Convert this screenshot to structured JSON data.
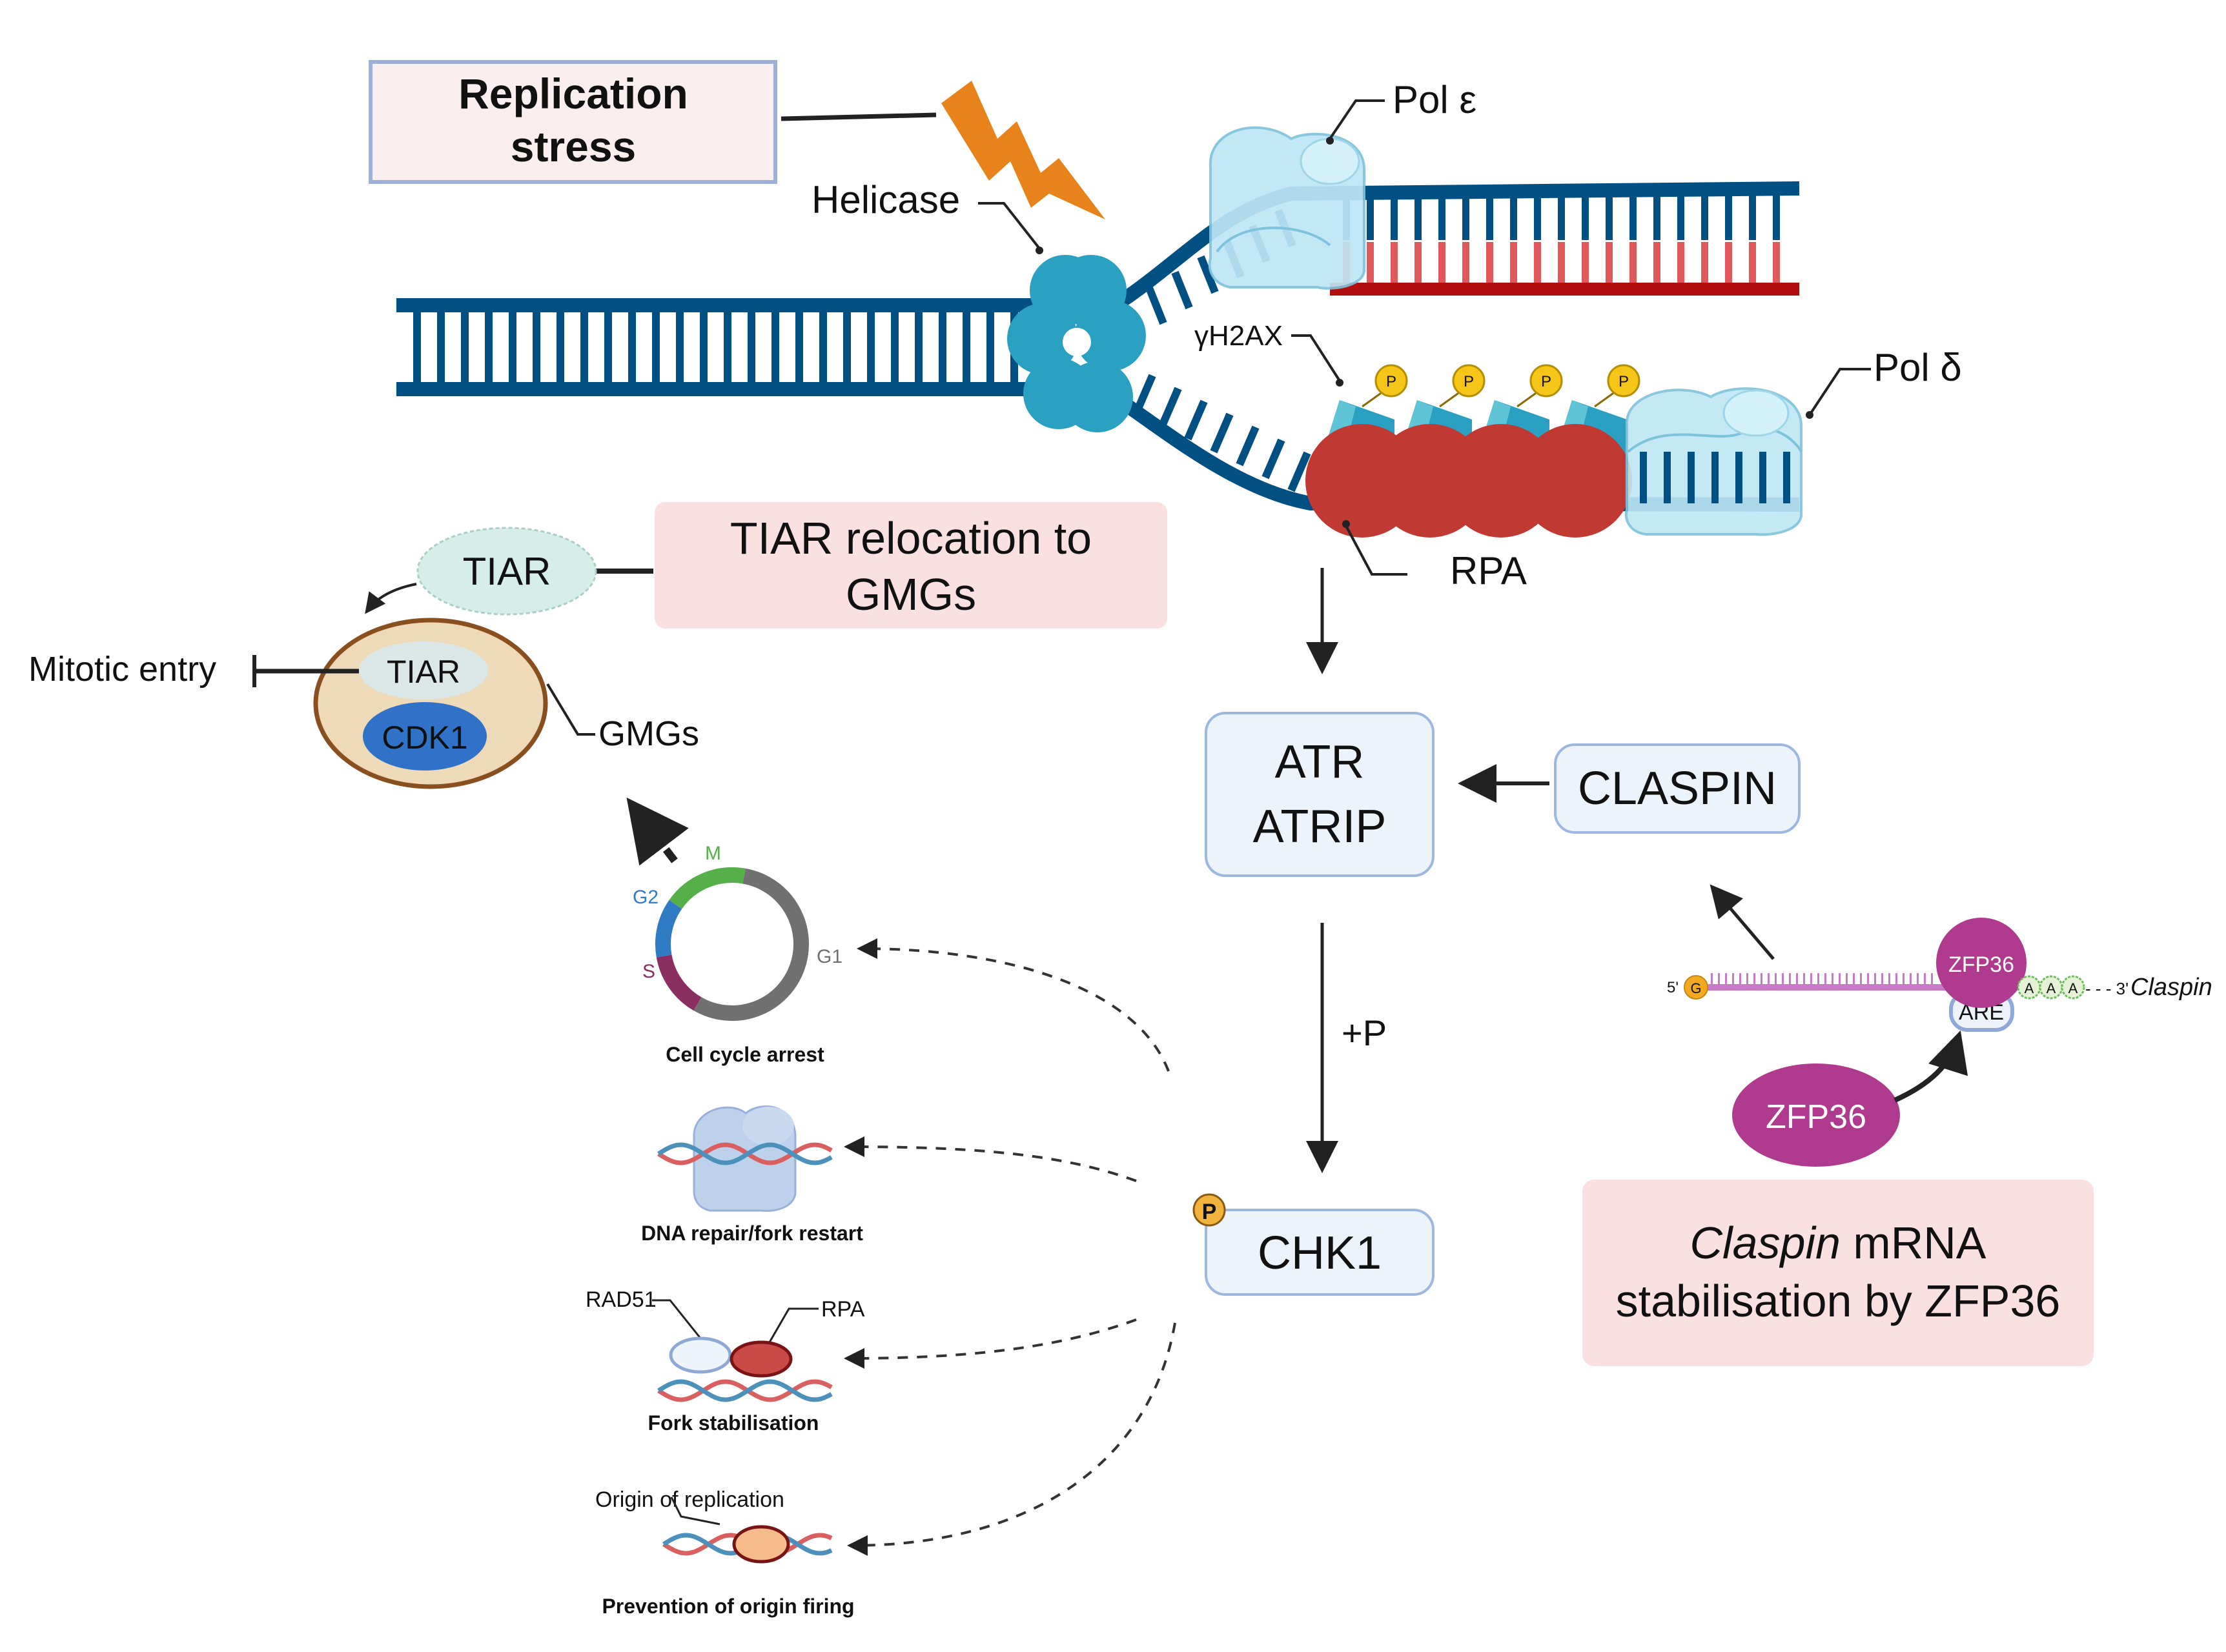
{
  "title_box": {
    "line1": "Replication",
    "line2": "stress"
  },
  "fork": {
    "helicase_label": "Helicase",
    "pol_epsilon_label": "Pol ε",
    "pol_delta_label": "Pol δ",
    "gh2ax_label": "γH2AX",
    "rpa_label": "RPA",
    "phospho_label": "P"
  },
  "pathway": {
    "atr_line1": "ATR",
    "atr_line2": "ATRIP",
    "claspin": "CLASPIN",
    "plus_p": "+P",
    "chk1": "CHK1",
    "chk1_phospho": "P"
  },
  "mrna": {
    "five_prime": "5'",
    "cap": "G",
    "bound_protein": "ZFP36",
    "element": "ARE",
    "polyA": [
      "A",
      "A",
      "A"
    ],
    "three_prime": "- - - 3'",
    "gene": "Claspin",
    "free_protein": "ZFP36"
  },
  "claspin_box": {
    "line1_italic": "Claspin",
    "line1_rest": " mRNA",
    "line2": "stabilisation by ZFP36"
  },
  "tiar": {
    "free_label": "TIAR",
    "box_line1": "TIAR relocation to",
    "box_line2": "GMGs",
    "inner_tiar": "TIAR",
    "inner_cdk1": "CDK1",
    "granule_label": "GMGs",
    "mitotic_entry": "Mitotic entry"
  },
  "outcomes": {
    "cell_cycle": {
      "phases": [
        {
          "name": "M",
          "color": "#55b04a"
        },
        {
          "name": "G2",
          "color": "#2f7cc4"
        },
        {
          "name": "S",
          "color": "#8b2e62"
        },
        {
          "name": "G1",
          "color": "#707070"
        }
      ],
      "label": "Cell cycle arrest"
    },
    "dna_repair": {
      "label": "DNA repair/fork restart"
    },
    "fork_stabilisation": {
      "rad51": "RAD51",
      "rpa": "RPA",
      "label": "Fork stabilisation"
    },
    "origin": {
      "origin_label": "Origin of replication",
      "label": "Prevention of origin firing"
    }
  },
  "colors": {
    "dna_blue": "#005083",
    "new_strand_red": "#b10f0f",
    "helicase": "#2aa0c3",
    "polymerase": "#bfe6f5",
    "rpa_red": "#c03a33",
    "phospho_yellow": "#f5c518",
    "zfp36_purple": "#b03a8d",
    "pink_box": "#fbe0e1",
    "blue_box": "#ecf3fb"
  }
}
